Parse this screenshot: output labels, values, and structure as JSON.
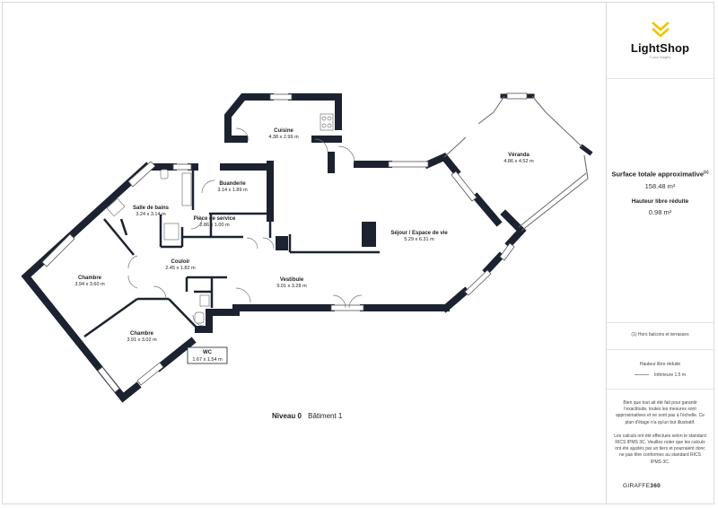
{
  "rooms": [
    {
      "name": "Cuisine",
      "dims": "4.38 x 2.99 m"
    },
    {
      "name": "Véranda",
      "dims": "4.86 x 4.52 m"
    },
    {
      "name": "Buanderie",
      "dims": "3.14 x 1.89 m"
    },
    {
      "name": "Salle de bains",
      "dims": "3.24 x 3.14 m"
    },
    {
      "name": "Pièce de service",
      "dims": "2.86 x 1.00 m"
    },
    {
      "name": "Séjour / Espace de vie",
      "dims": "5.29 x 6.31 m"
    },
    {
      "name": "Couloir",
      "dims": "2.45 x 1.82 m"
    },
    {
      "name": "Chambre",
      "dims": "3.94 x 3.60 m"
    },
    {
      "name": "Vestibule",
      "dims": "9.01 x 3.28 m"
    },
    {
      "name": "Chambre",
      "dims": "3.91 x 3.02 m"
    },
    {
      "name": "WC",
      "dims": "1.67 x 1.54 m"
    }
  ],
  "plan": {
    "level": "Niveau 0",
    "building": "Bâtiment 1"
  },
  "logo": {
    "name": "LightShop",
    "tagline": "© your imagery"
  },
  "summary": {
    "total_label": "Surface totale approximative",
    "total_note_mark": "(1)",
    "total_value": "158.48 m²",
    "height_label": "Hauteur libre réduite",
    "height_value": "0.98 m²"
  },
  "notes": {
    "footnote": "(1) Hors balcons et terrasses",
    "legend_title": "Hauteur libre réduite",
    "legend_item": "Inférieure 1.5 m",
    "disclaimer1": "Bien que tout ait été fait pour garantir l'exactitude, toutes les mesures sont approximatives et ne sont pas à l'échelle. Ce plan d'étage n'a qu'un but illustratif.",
    "disclaimer2": "Les calculs ont été effectués selon le standard RICS IPMS 3C. Veuillez noter que les calculs ont été ajustés par un tiers et pourraient donc ne pas être conformes au standard RICS IPMS 3C."
  },
  "brand": {
    "prefix": "GIRAFFE",
    "suffix": "360"
  },
  "colors": {
    "wall": "#1c2230",
    "logo_accent": "#f2c400"
  }
}
